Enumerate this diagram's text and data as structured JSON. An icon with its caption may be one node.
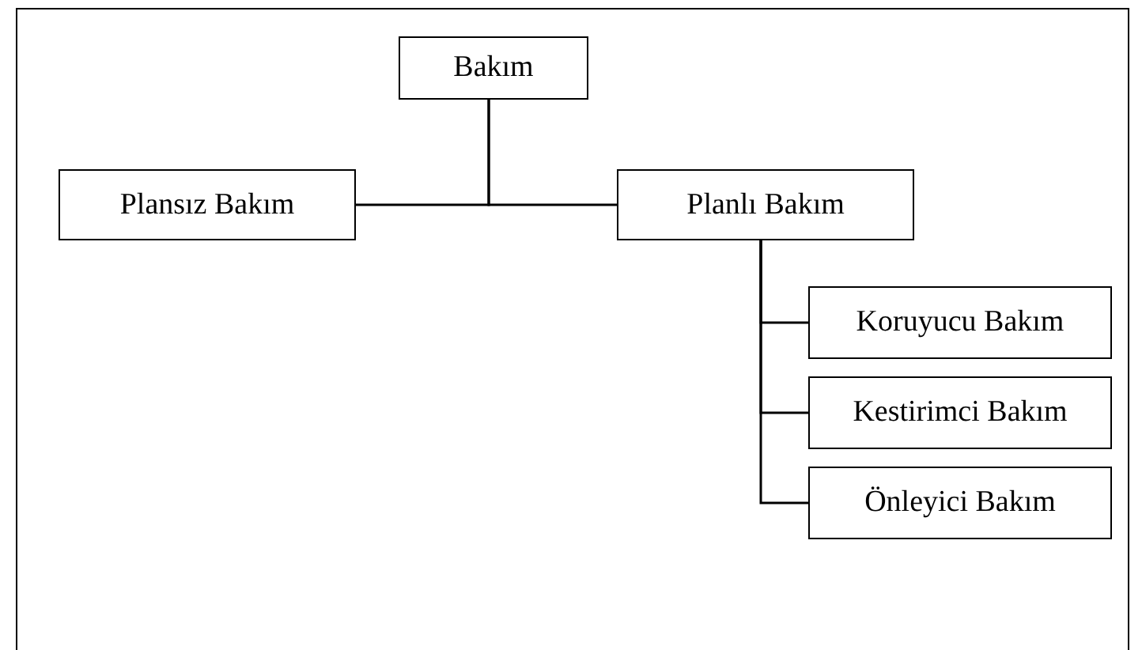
{
  "diagram": {
    "nodes": [
      {
        "text": [
          "Bakım"
        ]
      },
      {
        "text": [
          "Plansız Bakım"
        ]
      },
      {
        "text": [
          "Planlı Bakım"
        ]
      },
      {
        "text": [
          "Koruyucu Bakım"
        ]
      },
      {
        "text": [
          "Kestirimci Bakım"
        ]
      },
      {
        "text": [
          "Önleyici Bakım"
        ]
      }
    ],
    "edges": [
      {
        "from": 0,
        "to": 1,
        "arrow": "none"
      },
      {
        "from": 0,
        "to": 2,
        "arrow": "none"
      },
      {
        "from": 2,
        "to": 3,
        "arrow": "none"
      },
      {
        "from": 2,
        "to": 4,
        "arrow": "none"
      },
      {
        "from": 2,
        "to": 5,
        "arrow": "none"
      }
    ]
  }
}
